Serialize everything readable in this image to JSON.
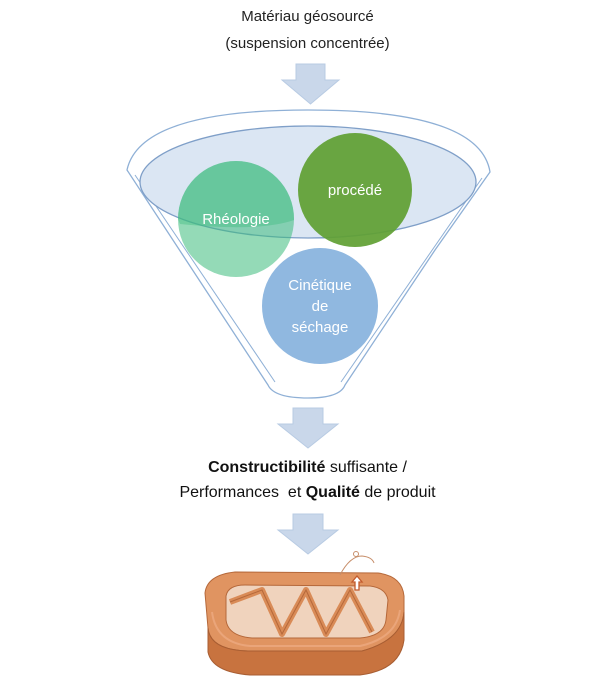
{
  "input": {
    "line1": "Matériau géosourcé",
    "line2": "(suspension concentrée)"
  },
  "funnel": {
    "circles": [
      {
        "label_lines": [
          "Rhéologie"
        ],
        "color": "#3dbb7c"
      },
      {
        "label_lines": [
          "procédé"
        ],
        "color": "#5fa032"
      },
      {
        "label_lines": [
          "Cinétique",
          "de",
          "séchage"
        ],
        "color": "#90b8e0"
      }
    ],
    "funnel_fill": "#dbe6f3",
    "funnel_stroke": "#8fb0d6"
  },
  "result": {
    "line1_bold": "Constructibilité",
    "line1_rest": " suffisante /",
    "line2_part1": "Performances  et ",
    "line2_bold": "Qualité",
    "line2_part3": " de produit"
  },
  "colors": {
    "arrow": "#c9d7ea",
    "product": "#d98b57",
    "product_dark": "#b5683a"
  }
}
